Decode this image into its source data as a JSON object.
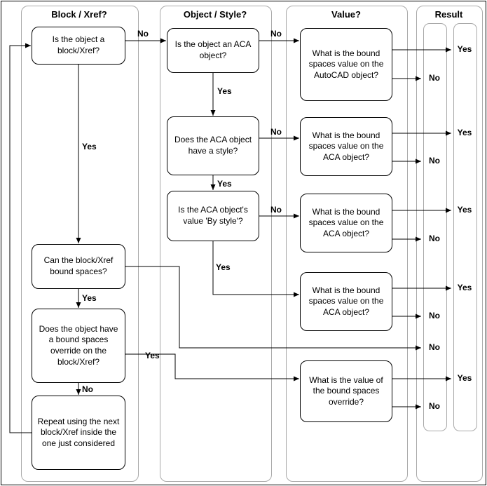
{
  "lanes": {
    "block_xref": {
      "header": "Block / Xref?"
    },
    "object_style": {
      "header": "Object / Style?"
    },
    "value": {
      "header": "Value?"
    },
    "result": {
      "header": "Result"
    }
  },
  "boxes": {
    "is_block_xref": "Is the object a block/Xref?",
    "can_bind_spaces": "Can the block/Xref bound spaces?",
    "has_override": "Does the object have a bound spaces override on the block/Xref?",
    "repeat_next": "Repeat using the next block/Xref inside the one just considered",
    "is_aca_object": "Is the object an ACA object?",
    "has_style": "Does the ACA object have a style?",
    "value_by_style": "Is the ACA object's value 'By style'?",
    "bound_value_autocad": "What is the bound spaces value on the AutoCAD object?",
    "bound_value_aca_no_style": "What is the bound spaces value on the ACA object?",
    "bound_value_aca_not_by_style": "What is the bound spaces value on the ACA object?",
    "bound_value_aca_by_style": "What is the bound spaces value on the ACA object?",
    "override_value": "What is the value of the bound spaces override?"
  },
  "edge_labels": {
    "block_no": "No",
    "block_yes": "Yes",
    "aca_no": "No",
    "aca_yes": "Yes",
    "style_no": "No",
    "style_yes": "Yes",
    "by_style_no": "No",
    "by_style_yes": "Yes",
    "can_bind_yes": "Yes",
    "override_yes": "Yes",
    "override_no": "No"
  },
  "results": [
    "Yes",
    "No",
    "Yes",
    "No",
    "Yes",
    "No",
    "Yes",
    "No",
    "No",
    "Yes",
    "No"
  ]
}
